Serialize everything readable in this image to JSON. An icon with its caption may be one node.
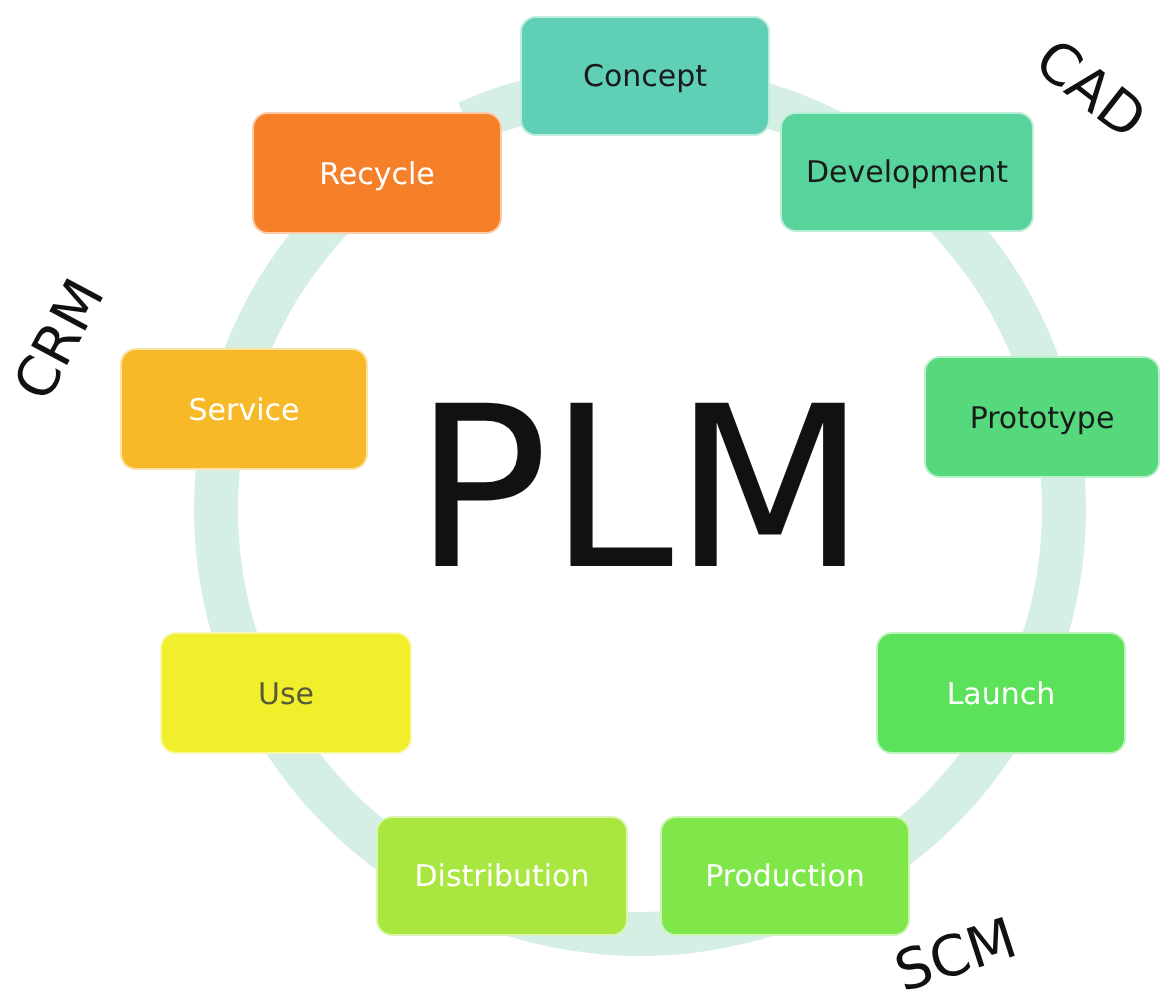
{
  "diagram": {
    "nodes": [
      {
        "text": [
          "Concept"
        ]
      },
      {
        "text": [
          "Development"
        ]
      },
      {
        "text": [
          "Prototype"
        ]
      },
      {
        "text": [
          "Launch"
        ]
      },
      {
        "text": [
          "Production"
        ]
      },
      {
        "text": [
          "Distribution"
        ]
      },
      {
        "text": [
          "Use"
        ]
      },
      {
        "text": [
          "Service"
        ]
      },
      {
        "text": [
          "Recycle"
        ]
      }
    ],
    "labels": [
      "CAD",
      "CRM",
      "PLM",
      "SCM"
    ]
  }
}
